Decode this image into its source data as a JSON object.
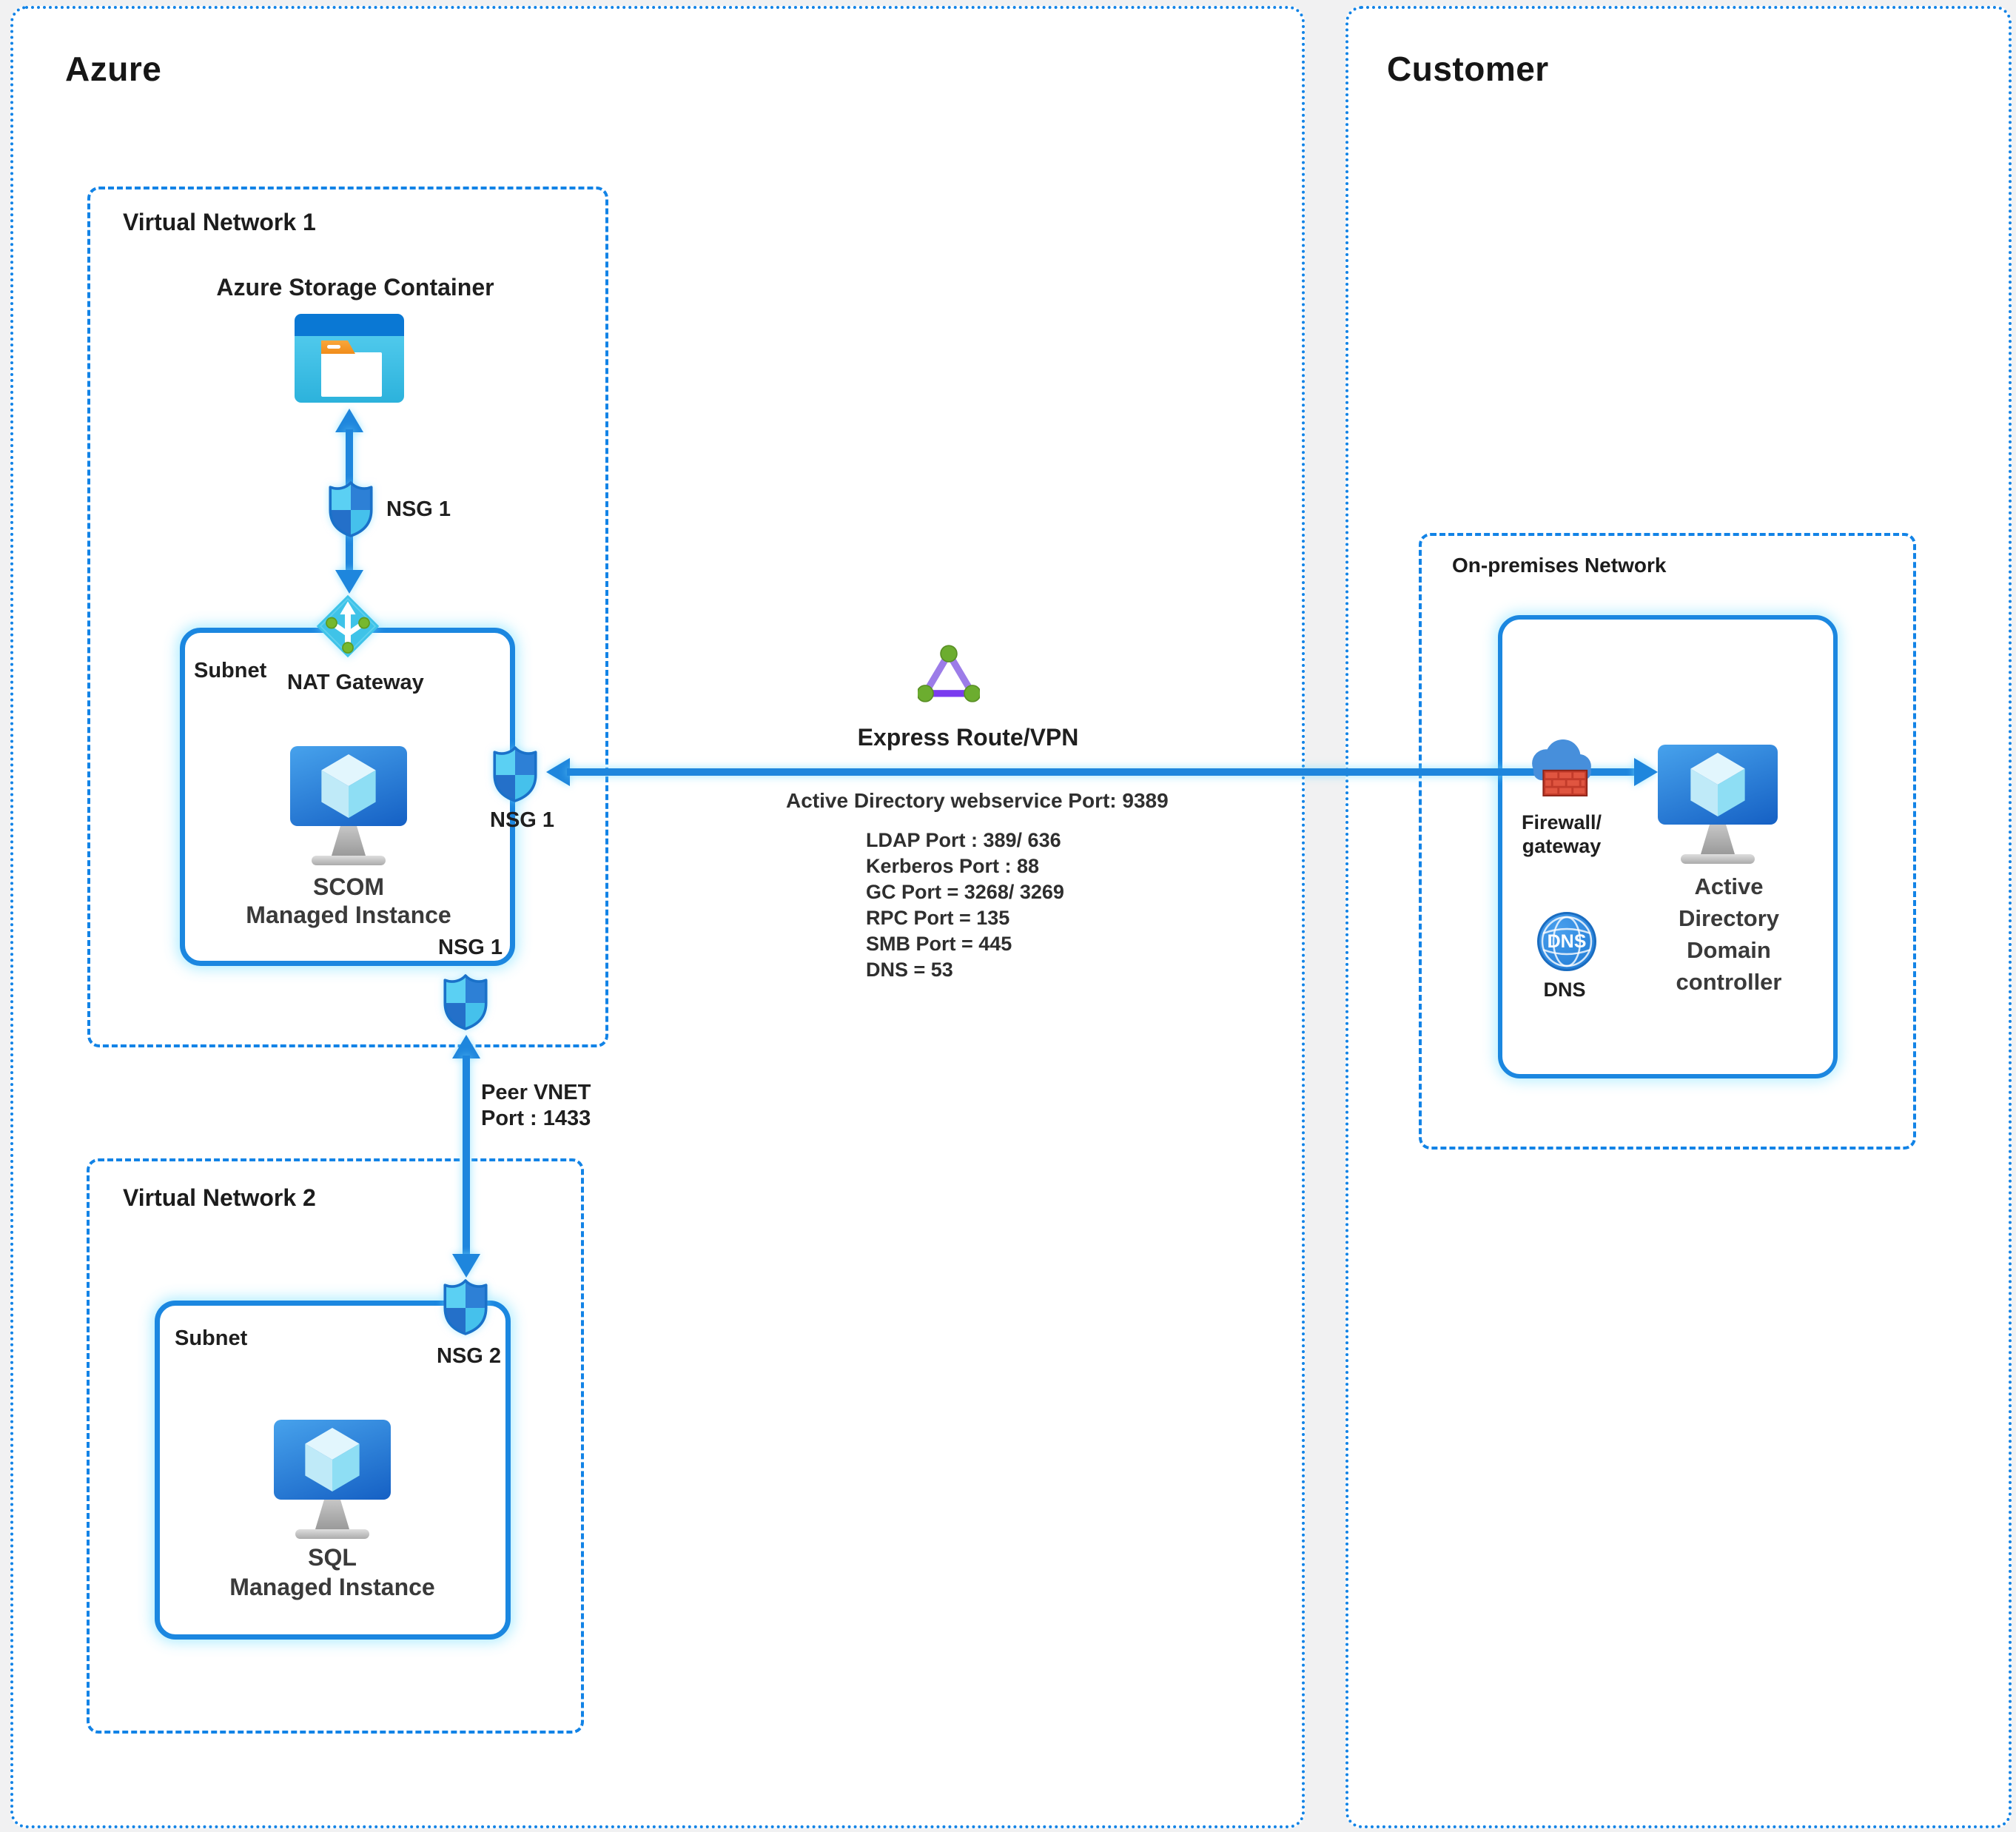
{
  "azure": {
    "title": "Azure",
    "vnet1": {
      "title": "Virtual Network 1",
      "storage_label": "Azure Storage Container",
      "nsg_top_label": "NSG 1",
      "nat_gateway_label": "NAT Gateway",
      "subnet": {
        "label": "Subnet",
        "instance_line1": "SCOM",
        "instance_line2": "Managed Instance",
        "nsg_right_label": "NSG 1",
        "nsg_bottom_label": "NSG 1"
      }
    },
    "peering": {
      "line1": "Peer VNET",
      "line2": "Port : 1433"
    },
    "vnet2": {
      "title": "Virtual Network 2",
      "subnet": {
        "label": "Subnet",
        "nsg_label": "NSG 2",
        "instance_line1": "SQL",
        "instance_line2": "Managed Instance"
      }
    }
  },
  "connection": {
    "title": "Express Route/VPN",
    "subtitle": "Active Directory webservice Port: 9389",
    "ports": [
      "LDAP Port : 389/ 636",
      "Kerberos Port : 88",
      "GC Port = 3268/ 3269",
      "RPC Port = 135",
      "SMB Port = 445",
      "DNS = 53"
    ]
  },
  "customer": {
    "title": "Customer",
    "onprem": {
      "title": "On-premises Network",
      "firewall_line1": "Firewall/",
      "firewall_line2": "gateway",
      "dns_icon_text": "DNS",
      "dns_label": "DNS",
      "ad_lines": [
        "Active",
        "Directory",
        "Domain",
        "controller"
      ]
    }
  },
  "colors": {
    "border_blue": "#1283e6",
    "arrow_blue": "#1e86dd",
    "subnet_border": "#1b87e0",
    "shield_light_cyan": "#5bd0f3",
    "shield_blue": "#2d80d6",
    "shield_dark_blue": "#2470c9",
    "shield_bright_cyan": "#45c1ec",
    "express_purple": "#9c7ce8",
    "express_purple_dark": "#7a3bef",
    "express_green": "#6cad2f",
    "firewall_red": "#c23b2a",
    "monitor_blue_top": "#47a2ec",
    "monitor_blue_bottom": "#1560c4",
    "storage_header_blue": "#0a78d4",
    "storage_body_cyan": "#3fc0e4",
    "nat_cyan": "#3fc3e8",
    "dns_blue": "#2e8ee6"
  }
}
